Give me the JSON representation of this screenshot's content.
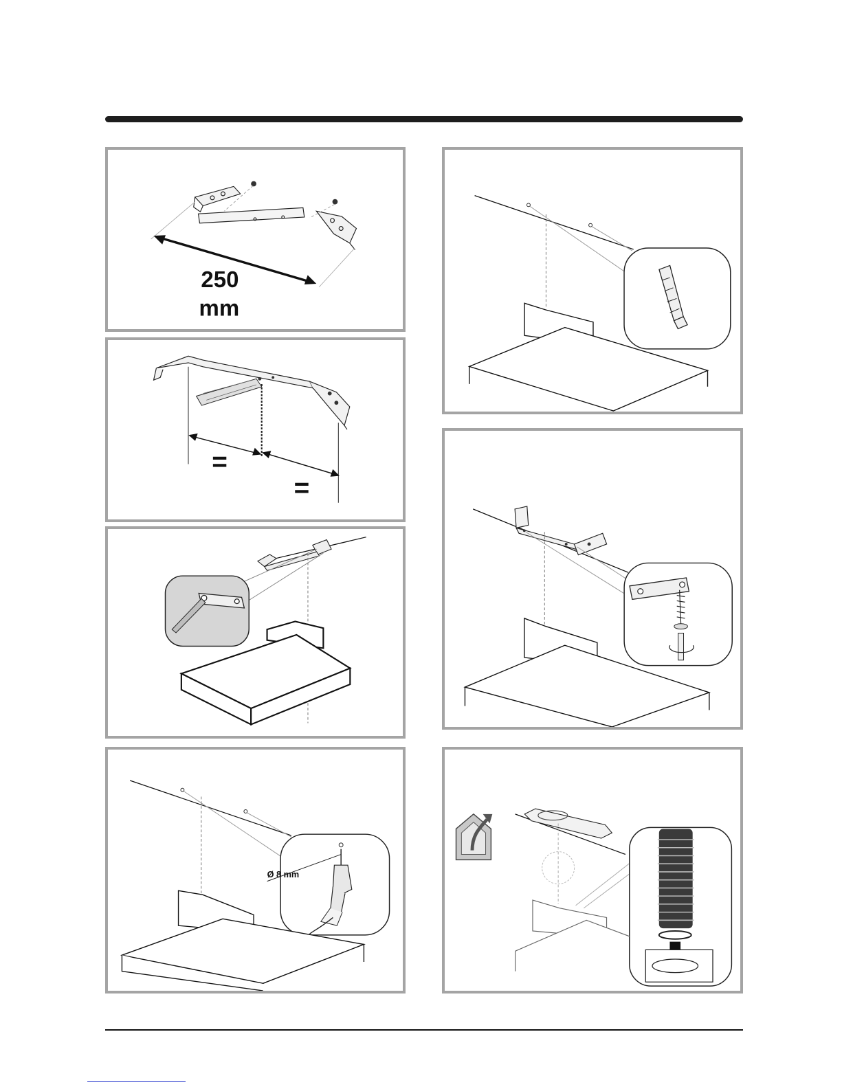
{
  "steps": {
    "bracket_distance": {
      "value": "250",
      "unit": "mm"
    },
    "center_marks": {
      "left_mark": "=",
      "right_mark": "="
    },
    "drill": {
      "diameter_label": "Ø 8 mm"
    }
  },
  "colors": {
    "panel_border": "#a4a4a4",
    "rule": "#1e1e1e",
    "callout_fill": "#d6d6d6"
  }
}
